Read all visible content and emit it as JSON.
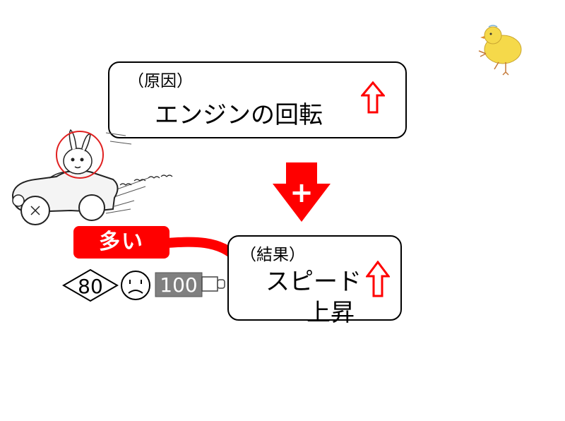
{
  "cause": {
    "small_label": "（原因）",
    "main_label": "エンジンの回転",
    "trend_icon": "up-arrow-outline"
  },
  "result": {
    "small_label": "（結果）",
    "main_label_line1": "スピード",
    "main_label_line2": "上昇",
    "trend_icon": "up-arrow-outline"
  },
  "connector": {
    "plus_symbol": "+",
    "badge_label": "多い"
  },
  "indicators": {
    "diamond_value": "80",
    "face_icon": "sad-face",
    "battery_value": "100"
  },
  "colors": {
    "accent_red": "#ff0000",
    "battery_gray": "#808080",
    "chick_yellow": "#f5d94a"
  }
}
